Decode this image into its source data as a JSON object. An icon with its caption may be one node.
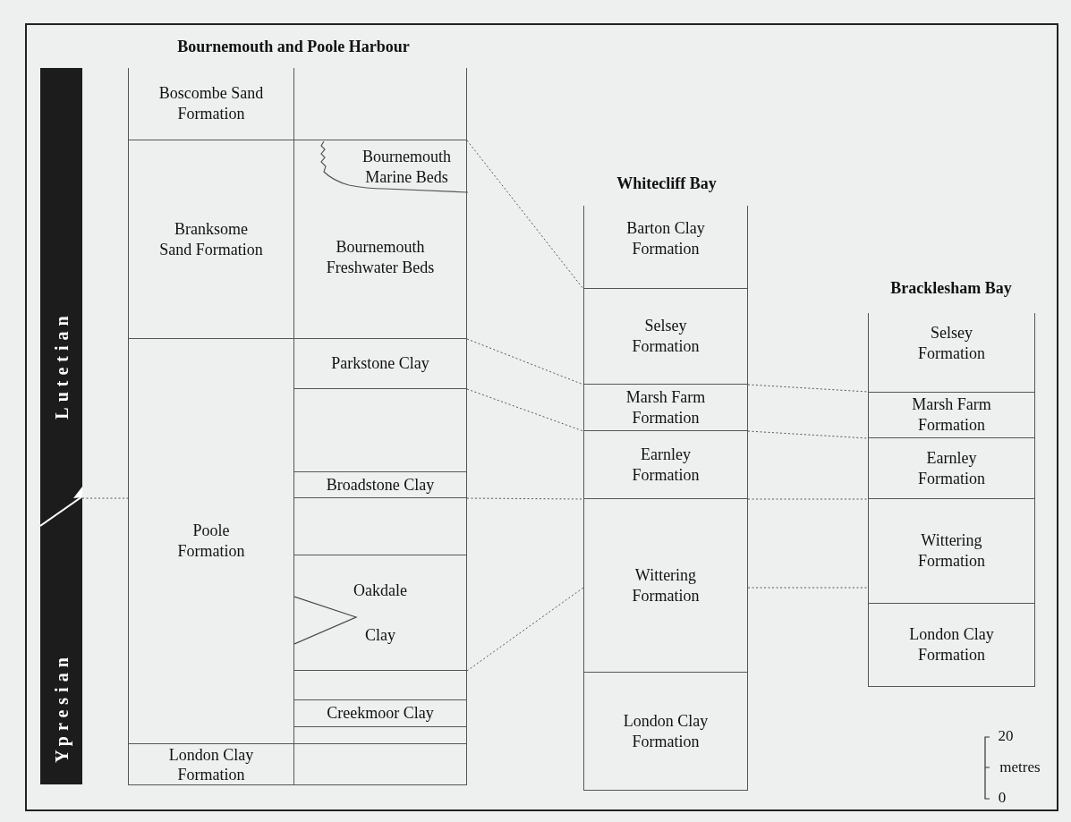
{
  "diagram": {
    "nodes": [
      {
        "text": [
          "Lutetian",
          "Ypresian"
        ]
      },
      {
        "text": [
          "Boscombe Sand Formation"
        ]
      },
      {
        "text": [
          "Branksome Sand Formation"
        ]
      },
      {
        "text": [
          "Poole Formation"
        ]
      },
      {
        "text": [
          "London Clay Formation"
        ]
      },
      {
        "text": [],
        "shape": "box"
      },
      {
        "text": [
          "Bournemouth Freshwater Beds"
        ]
      },
      {
        "text": [
          "Bournemouth Marine Beds"
        ],
        "in": 6
      },
      {
        "text": [
          "Parkstone Clay"
        ]
      },
      {
        "text": [],
        "shape": "box"
      },
      {
        "text": [
          "Broadstone Clay"
        ]
      },
      {
        "text": [],
        "shape": "box"
      },
      {
        "text": [
          "Oakdale Clay"
        ]
      },
      {
        "text": [],
        "shape": "box"
      },
      {
        "text": [
          "Creekmoor Clay"
        ]
      },
      {
        "text": [],
        "shape": "box"
      },
      {
        "text": [],
        "shape": "box"
      },
      {
        "text": [
          "Barton Clay Formation"
        ]
      },
      {
        "text": [
          "Selsey Formation"
        ]
      },
      {
        "text": [
          "Marsh Farm Formation"
        ]
      },
      {
        "text": [
          "Earnley Formation"
        ]
      },
      {
        "text": [
          "Wittering Formation"
        ]
      },
      {
        "text": [
          "London Clay Formation"
        ]
      },
      {
        "text": [
          "Selsey Formation"
        ]
      },
      {
        "text": [
          "Marsh Farm Formation"
        ]
      },
      {
        "text": [
          "Earnley Formation"
        ]
      },
      {
        "text": [
          "Wittering Formation"
        ]
      },
      {
        "text": [
          "London Clay Formation"
        ]
      }
    ],
    "edges": [
      {
        "from": 7,
        "to": 17,
        "arrow": "none",
        "style": "dashed"
      },
      {
        "from": 6,
        "to": 18,
        "arrow": "none",
        "style": "dashed"
      },
      {
        "from": 8,
        "to": 19,
        "arrow": "none",
        "style": "dashed"
      },
      {
        "from": 0,
        "to": 3,
        "arrow": "none",
        "style": "dashed"
      },
      {
        "from": 10,
        "to": 20,
        "arrow": "none",
        "style": "dashed"
      },
      {
        "from": 12,
        "to": 21,
        "arrow": "none",
        "style": "dashed"
      },
      {
        "from": 18,
        "to": 23,
        "arrow": "none",
        "style": "dashed"
      },
      {
        "from": 19,
        "to": 24,
        "arrow": "none",
        "style": "dashed"
      },
      {
        "from": 20,
        "to": 25,
        "arrow": "none",
        "style": "dashed"
      },
      {
        "from": 21,
        "to": 26,
        "arrow": "none",
        "style": "dashed"
      }
    ],
    "labels": [
      "Bournemouth and Poole Harbour",
      "Whitecliff Bay",
      "Bracklesham Bay",
      "20",
      "metres",
      "0"
    ]
  }
}
